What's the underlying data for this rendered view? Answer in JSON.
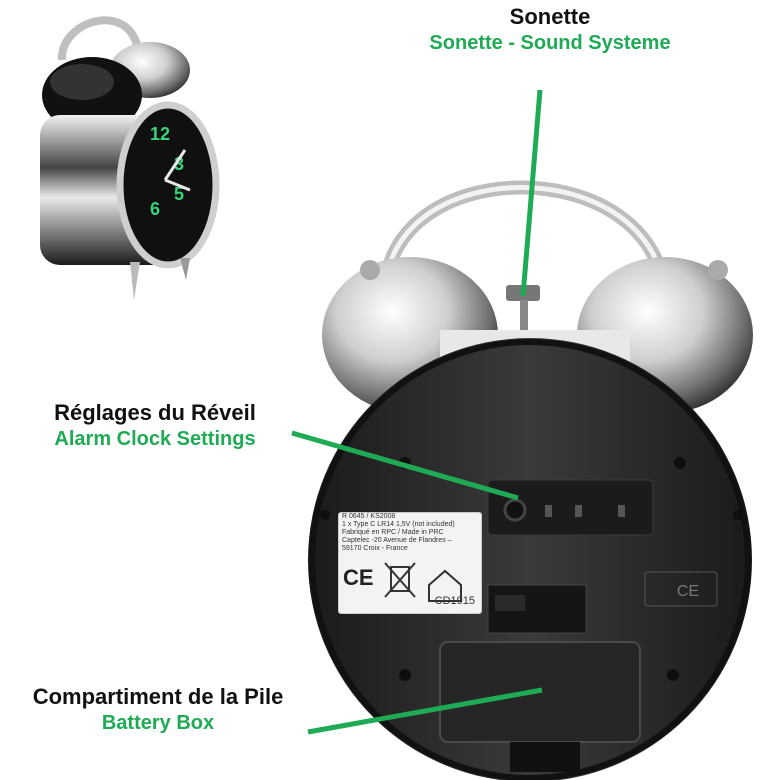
{
  "labels": {
    "sonette_fr": "Sonette",
    "sonette_en": "Sonette - Sound Systeme",
    "reglages_fr": "Réglages du Réveil",
    "reglages_en": "Alarm Clock Settings",
    "pile_fr": "Compartiment de la Pile",
    "pile_en": "Battery Box"
  },
  "sticker": {
    "line1": "R 0645 / KS2008",
    "line2": "1 x Type C LR14 1,5V (not included)",
    "line3": "Fabriqué en RPC / Made in PRC",
    "line4": "Captelec -20 Avenue de Flandres –",
    "line5": "59170 Croix - France",
    "ce_mark": "CE",
    "code": "-CD1915"
  },
  "colors": {
    "accent": "#1faa55",
    "text": "#111111",
    "body": "#2b2b2b",
    "chrome": "#c9c9c9"
  },
  "icons": [
    "alarm-clock-front-photo",
    "alarm-clock-back-photo",
    "weee-bin-icon",
    "house-icon",
    "ce-mark-icon"
  ]
}
